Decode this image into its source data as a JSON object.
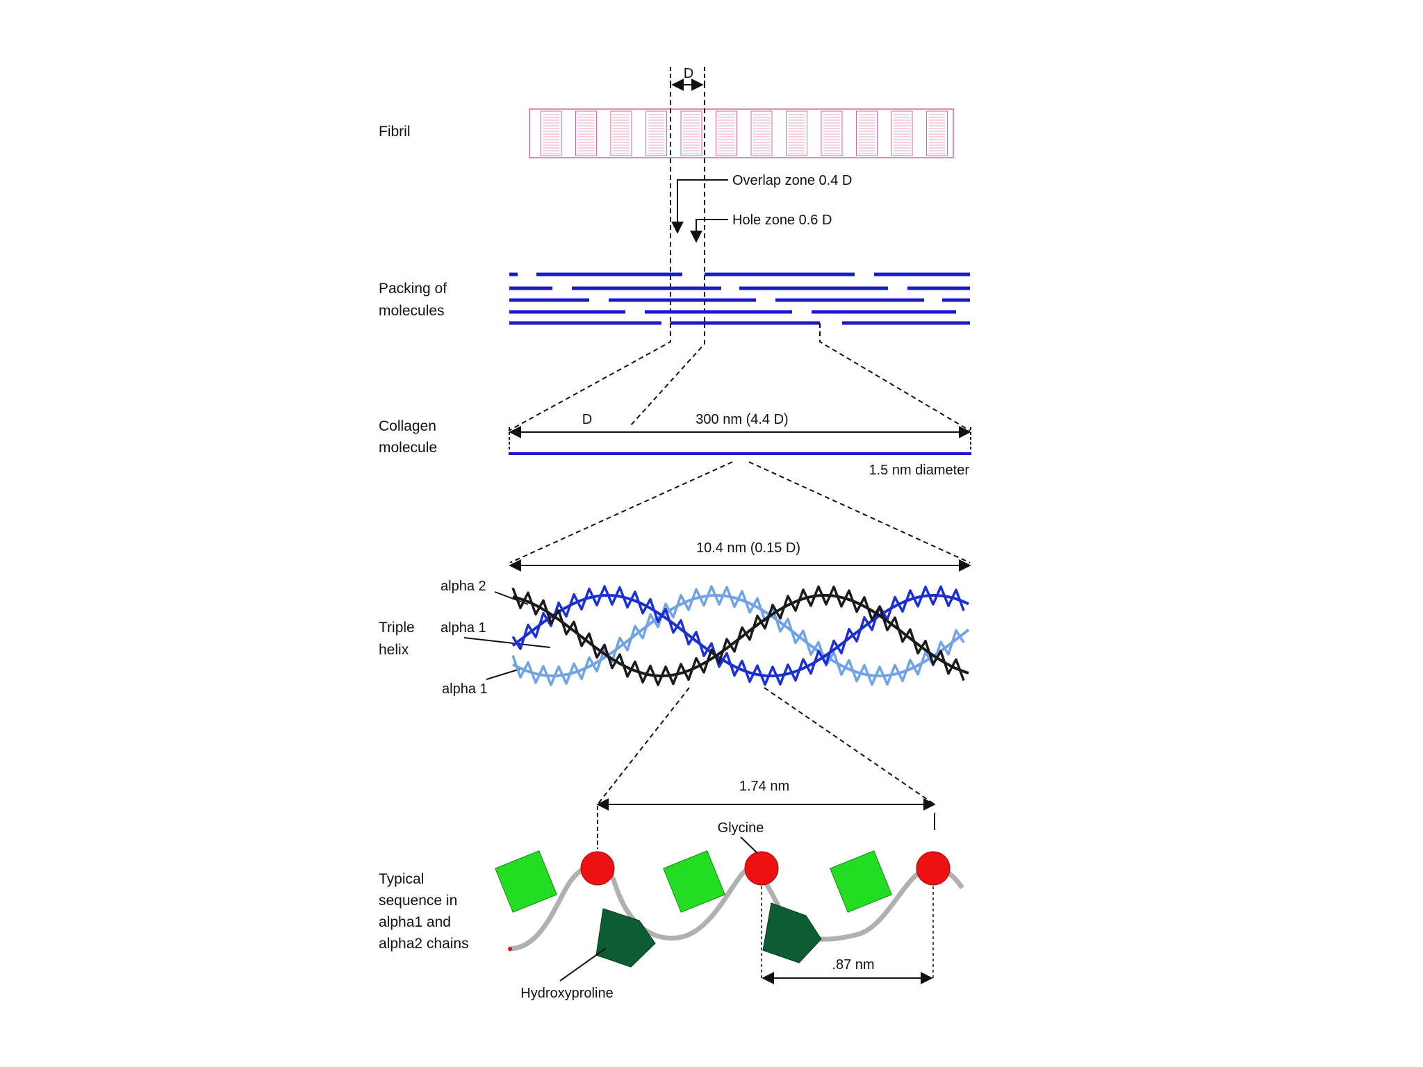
{
  "labels": {
    "fibril": "Fibril",
    "packing_line1": "Packing of",
    "packing_line2": "molecules",
    "collagen_line1": "Collagen",
    "collagen_line2": "molecule",
    "triple_line1": "Triple",
    "triple_line2": "helix",
    "typical_line1": "Typical",
    "typical_line2": "sequence in",
    "typical_line3": "alpha1 and",
    "typical_line4": "alpha2 chains"
  },
  "annotations": {
    "d_period": "D",
    "overlap_zone": "Overlap zone 0.4 D",
    "hole_zone": "Hole zone 0.6 D",
    "molecule_d": "D",
    "molecule_length": "300 nm (4.4 D)",
    "molecule_diameter": "1.5 nm diameter",
    "helix_pitch": "10.4 nm (0.15 D)",
    "alpha2": "alpha 2",
    "alpha1_top": "alpha 1",
    "alpha1_bottom": "alpha 1",
    "repeat_length": "1.74 nm",
    "glycine": "Glycine",
    "hydroxyproline": "Hydroxyproline",
    "residue_spacing": ".87 nm"
  },
  "colors": {
    "fibril": "#e0609a",
    "molecule": "#1a1acc",
    "strand_dark": "#1a1a1a",
    "strand_light": "#6fa3e6",
    "strand_blue": "#1a2fd6",
    "glycine": "#ee1111",
    "hydroxyproline": "#0e5c34",
    "proline": "#22dd22",
    "backbone": "#b0b0b0"
  }
}
